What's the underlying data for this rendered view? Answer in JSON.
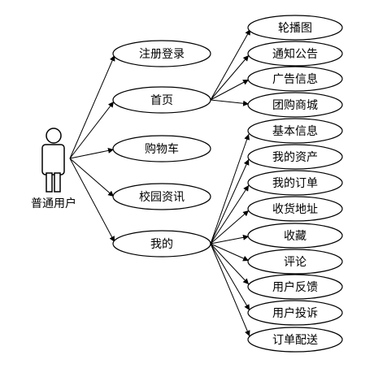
{
  "actor": {
    "label": "普通用户"
  },
  "level1": [
    {
      "id": "register",
      "label": "注册登录"
    },
    {
      "id": "home",
      "label": "首页"
    },
    {
      "id": "cart",
      "label": "购物车"
    },
    {
      "id": "campus",
      "label": "校园资讯"
    },
    {
      "id": "mine",
      "label": "我的"
    }
  ],
  "home_children": [
    {
      "id": "carousel",
      "label": "轮播图"
    },
    {
      "id": "notice",
      "label": "通知公告"
    },
    {
      "id": "ads",
      "label": "广告信息"
    },
    {
      "id": "group",
      "label": "团购商城"
    }
  ],
  "mine_children": [
    {
      "id": "basic",
      "label": "基本信息"
    },
    {
      "id": "assets",
      "label": "我的资产"
    },
    {
      "id": "orders",
      "label": "我的订单"
    },
    {
      "id": "address",
      "label": "收货地址"
    },
    {
      "id": "favorites",
      "label": "收藏"
    },
    {
      "id": "comments",
      "label": "评论"
    },
    {
      "id": "feedback",
      "label": "用户反馈"
    },
    {
      "id": "complaint",
      "label": "用户投诉"
    },
    {
      "id": "delivery",
      "label": "订单配送"
    }
  ]
}
